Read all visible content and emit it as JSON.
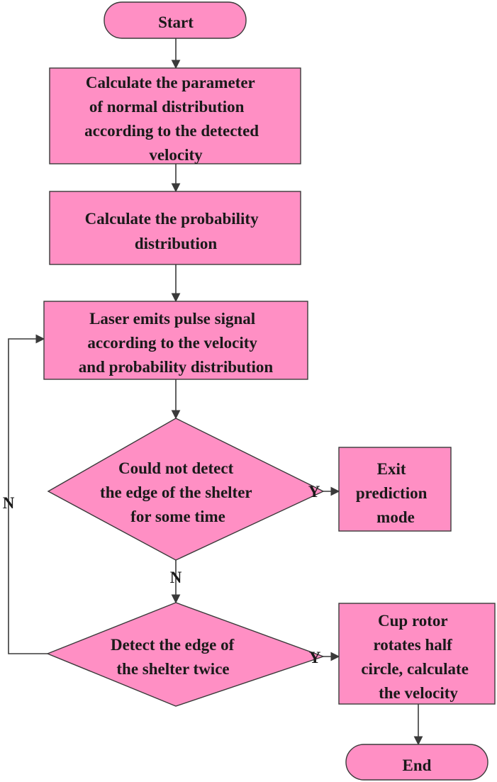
{
  "nodes": {
    "start": [
      "Start"
    ],
    "calc_param": [
      "Calculate the parameter",
      "of  normal distribution",
      "according to the detected",
      "velocity"
    ],
    "calc_prob": [
      "Calculate the probability",
      "distribution"
    ],
    "laser": [
      "Laser emits pulse signal",
      "according to the velocity",
      "and probability distribution"
    ],
    "decision_detect": [
      "Could not detect",
      "the edge of the shelter",
      "for some time"
    ],
    "exit": [
      "Exit",
      "prediction",
      "mode"
    ],
    "decision_twice": [
      "Detect the edge of",
      "the shelter twice"
    ],
    "cup": [
      "Cup rotor",
      "rotates half",
      "circle, calculate",
      "the velocity"
    ],
    "end": [
      "End"
    ]
  },
  "edge_labels": {
    "yes_exit": "Y",
    "no_continue": "N",
    "yes_cup": "Y",
    "no_loop": "N"
  }
}
